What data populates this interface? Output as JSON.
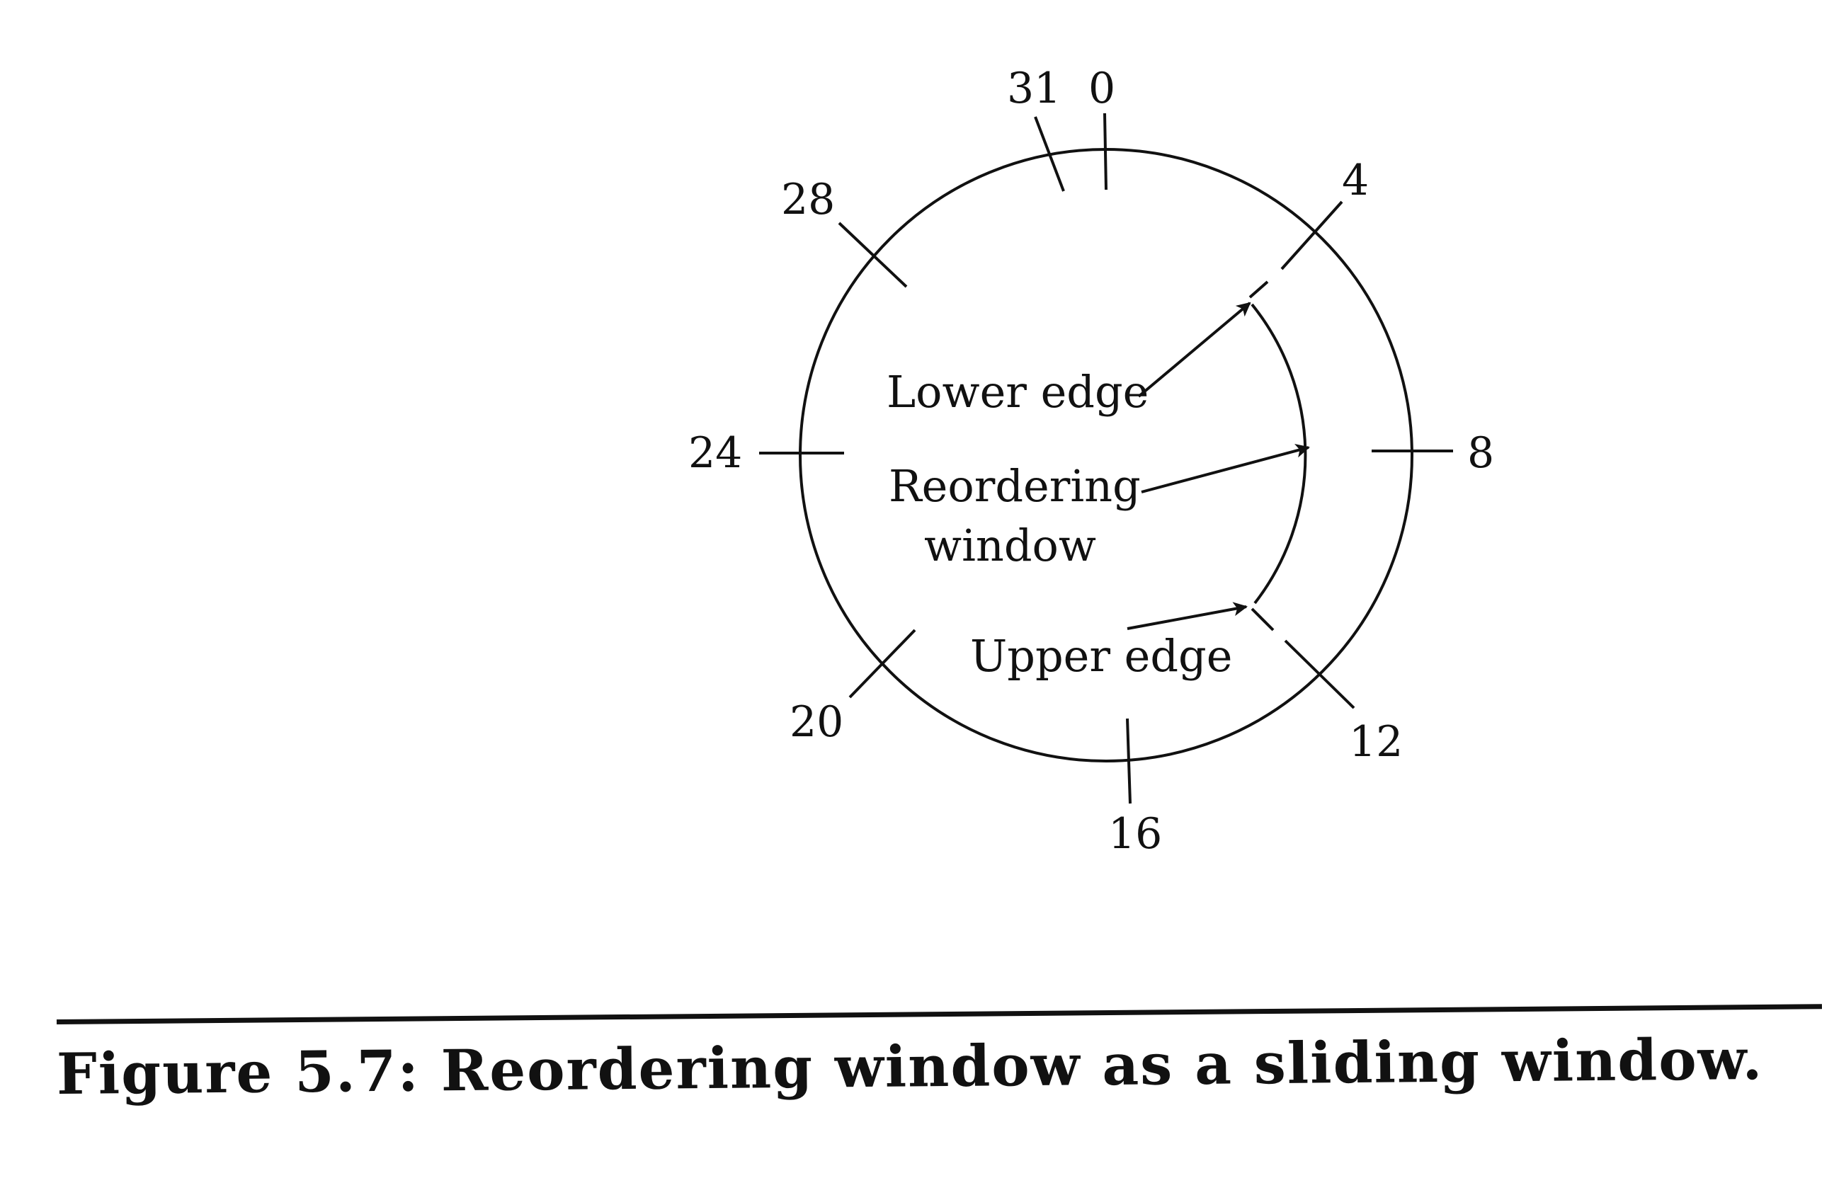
{
  "diagram": {
    "ticks": [
      "0",
      "4",
      "8",
      "12",
      "16",
      "20",
      "24",
      "28",
      "31"
    ],
    "labels": {
      "lower_edge": "Lower edge",
      "reordering_line1": "Reordering",
      "reordering_line2": "window",
      "upper_edge": "Upper edge"
    }
  },
  "caption": "Figure 5.7: Reordering window as a sliding window."
}
